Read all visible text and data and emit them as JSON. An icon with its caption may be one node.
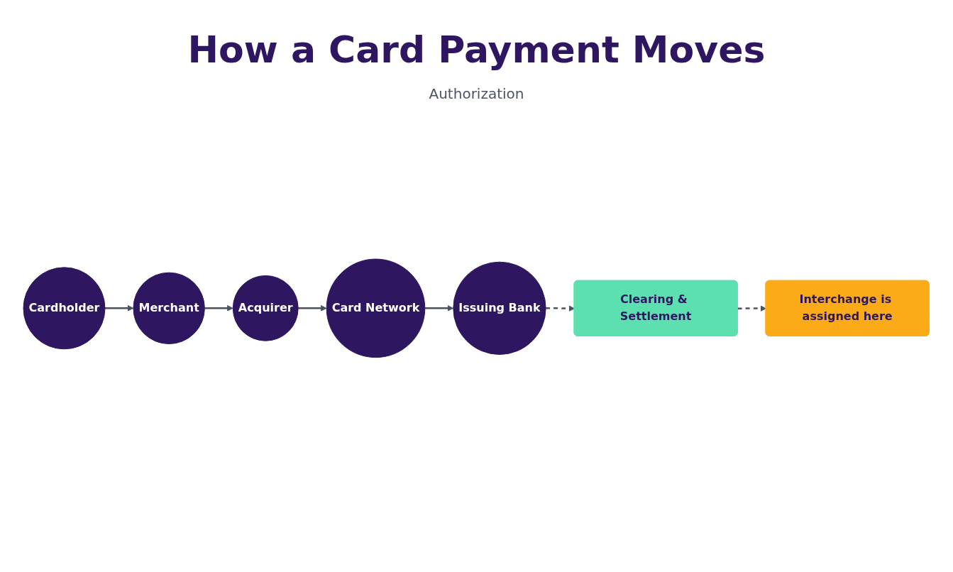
{
  "diagram": {
    "title": "How a Card Payment Moves",
    "nodes": [
      {
        "text": [
          "Cardholder"
        ]
      },
      {
        "text": [
          "Merchant"
        ]
      },
      {
        "text": [
          "Acquirer"
        ]
      },
      {
        "text": [
          "Card Network"
        ]
      },
      {
        "text": [
          "Issuing Bank"
        ]
      },
      {
        "text": [
          "Clearing & Settlement"
        ]
      },
      {
        "text": [
          "Interchange is assigned here"
        ]
      }
    ],
    "edges": [
      {
        "from": 0,
        "to": 1,
        "arrow": "to"
      },
      {
        "from": 1,
        "to": 2,
        "arrow": "to"
      },
      {
        "from": 2,
        "to": 3,
        "arrow": "to"
      },
      {
        "from": 3,
        "to": 4,
        "arrow": "to"
      },
      {
        "from": 4,
        "to": 5,
        "arrow": "to",
        "style": "dashed"
      },
      {
        "from": 5,
        "to": 6,
        "arrow": "to",
        "style": "dashed"
      }
    ],
    "labels": [
      "Authorization"
    ]
  }
}
